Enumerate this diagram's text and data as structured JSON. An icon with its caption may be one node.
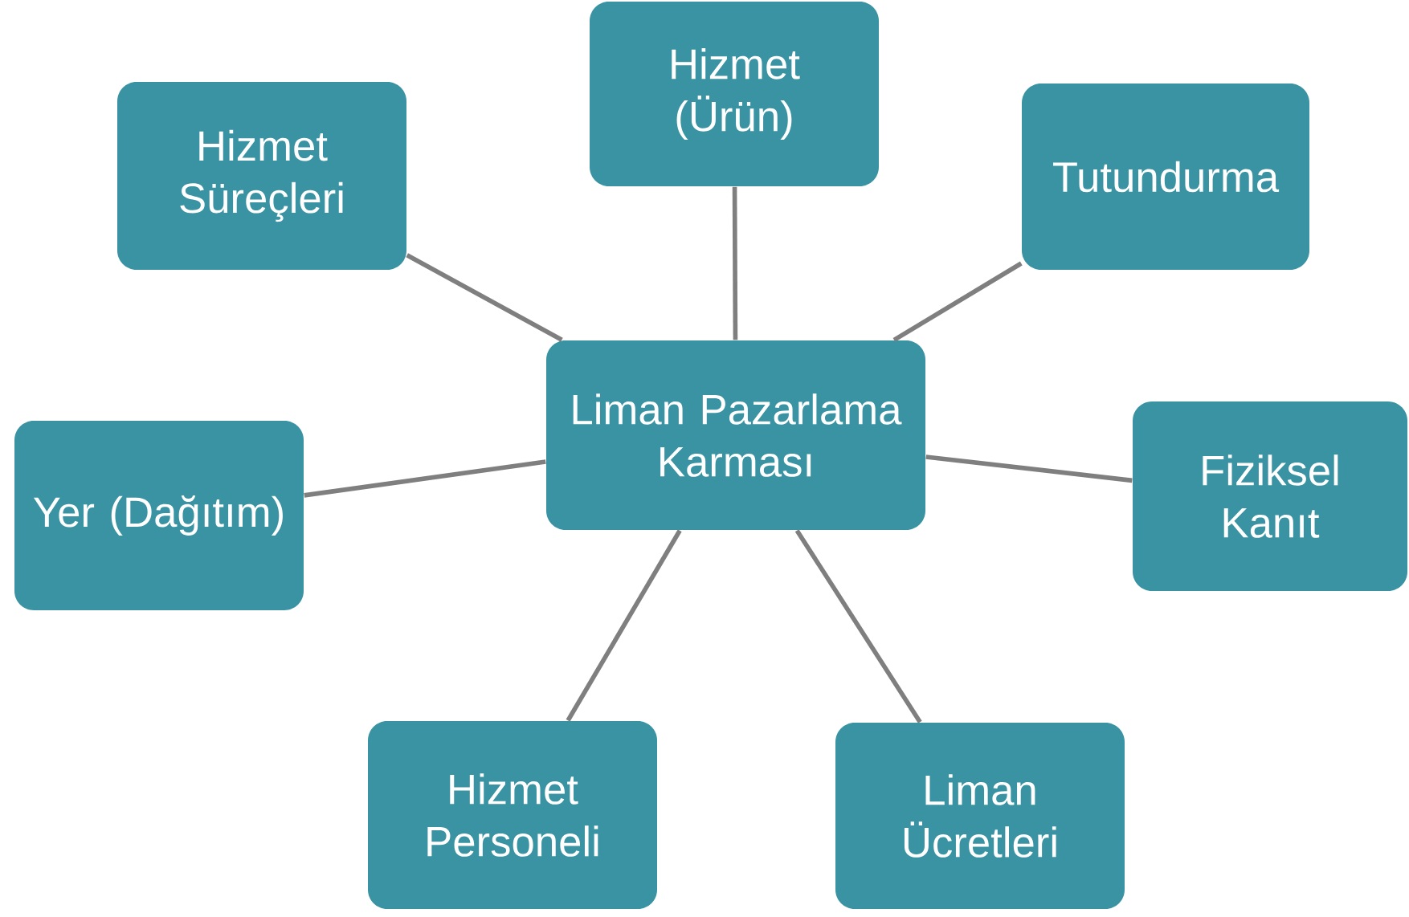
{
  "diagram": {
    "nodes": [
      {
        "text": [
          "Hizmet (Ürün)"
        ]
      },
      {
        "text": [
          "Hizmet Süreçleri"
        ]
      },
      {
        "text": [
          "Tutundurma"
        ]
      },
      {
        "text": [
          "Liman Pazarlama Karması"
        ]
      },
      {
        "text": [
          "Fiziksel Kanıt"
        ]
      },
      {
        "text": [
          "Yer (Dağıtım)"
        ]
      },
      {
        "text": [
          "Hizmet Personeli"
        ]
      },
      {
        "text": [
          "Liman Ücretleri"
        ]
      }
    ],
    "edges": [
      {
        "from": 3,
        "to": 0,
        "arrow": "none"
      },
      {
        "from": 3,
        "to": 1,
        "arrow": "none"
      },
      {
        "from": 3,
        "to": 2,
        "arrow": "none"
      },
      {
        "from": 3,
        "to": 4,
        "arrow": "none"
      },
      {
        "from": 3,
        "to": 5,
        "arrow": "none"
      },
      {
        "from": 3,
        "to": 6,
        "arrow": "none"
      },
      {
        "from": 3,
        "to": 7,
        "arrow": "none"
      }
    ]
  }
}
